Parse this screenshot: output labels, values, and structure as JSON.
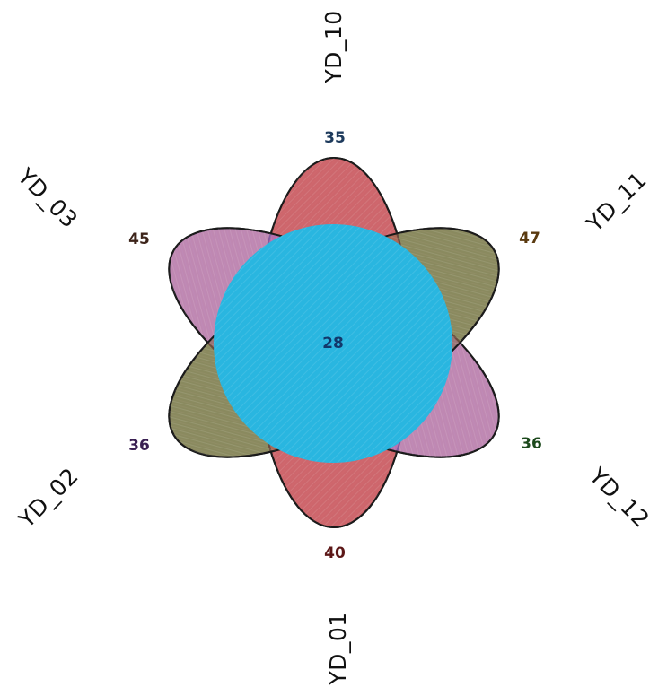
{
  "figure": {
    "type": "venn-flower-diagram",
    "set_count": 6,
    "background_color": "#ffffff",
    "outline_color": "#1a1a1a",
    "center_circle_color": "#29b6e0",
    "center_label_color": "#12386b"
  },
  "chart_data": {
    "type": "venn",
    "title": "",
    "variant": "6-set flower (petal) Venn diagram",
    "center_value": 28,
    "center_label": "28",
    "categories": [
      "YD_10",
      "YD_11",
      "YD_12",
      "YD_01",
      "YD_02",
      "YD_03"
    ],
    "values": [
      35,
      47,
      36,
      40,
      36,
      45
    ],
    "sets": [
      {
        "name": "YD_10",
        "label": "YD_10",
        "count": 35,
        "count_label": "35",
        "color": "#6aadd5",
        "label_position": "top",
        "label_rotation": -90
      },
      {
        "name": "YD_11",
        "label": "YD_11",
        "count": 47,
        "count_label": "47",
        "color": "#f4a93f",
        "label_position": "top-right",
        "label_rotation": -45
      },
      {
        "name": "YD_12",
        "label": "YD_12",
        "count": 36,
        "count_label": "36",
        "color": "#5cb85c",
        "label_position": "bottom-right",
        "label_rotation": 45
      },
      {
        "name": "YD_01",
        "label": "YD_01",
        "count": 40,
        "count_label": "40",
        "color": "#e05e5e",
        "label_position": "bottom",
        "label_rotation": -90
      },
      {
        "name": "YD_02",
        "label": "YD_02",
        "count": 36,
        "count_label": "36",
        "color": "#b68ad4",
        "label_position": "bottom-left",
        "label_rotation": -45
      },
      {
        "name": "YD_03",
        "label": "YD_03",
        "count": 45,
        "count_label": "45",
        "color": "#a4786a",
        "label_position": "top-left",
        "label_rotation": 45
      }
    ]
  }
}
